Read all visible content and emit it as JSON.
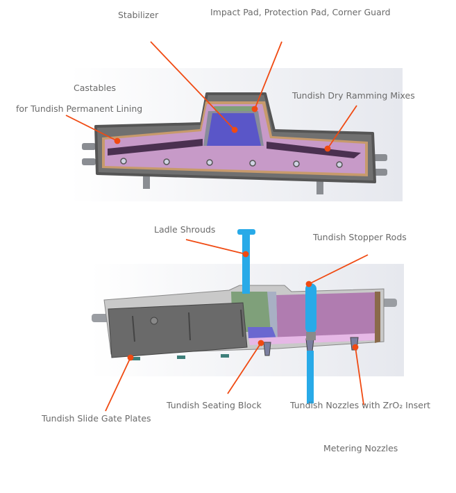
{
  "labels": {
    "stabilizer": "Stabilizer",
    "impact_pad": "Impact Pad, Protection Pad, Corner Guard",
    "castables": "Castables",
    "permanent_lining": "for Tundish Permanent Lining",
    "dry_ramming": "Tundish Dry Ramming Mixes",
    "ladle_shrouds": "Ladle Shrouds",
    "stopper_rods": "Tundish Stopper Rods",
    "seating_block": "Tundish Seating Block",
    "nozzles": "Tundish Nozzles with ZrO₂ Insert",
    "slide_gate": "Tundish Slide Gate Plates",
    "metering": "Metering Nozzles"
  },
  "colors": {
    "leader": "#f04a12",
    "shell": "#6f6f6f",
    "lining": "#c79ac8",
    "stabilizer": "#5a56c8",
    "shroud": "#28aae8",
    "green": "#7fa07a"
  }
}
